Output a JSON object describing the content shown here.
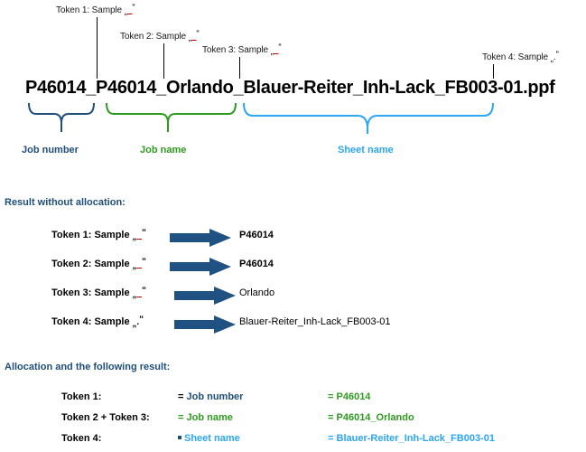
{
  "diagram": {
    "filename": {
      "parts": [
        {
          "text": "P46014",
          "sep": "_"
        },
        {
          "text": "P46014",
          "sep": "_"
        },
        {
          "text": "Orlando",
          "sep": "_"
        },
        {
          "text": "Blauer-Reiter_Inh-Lack_FB003-01",
          "sep": "."
        },
        {
          "text": "ppf",
          "sep": ""
        }
      ],
      "full": "P46014_P46014_Orlando_Blauer-Reiter_Inh-Lack_FB003-01.ppf"
    },
    "callouts": [
      {
        "label": "Token 1: Sample",
        "sample": "_",
        "sample_kind": "underscore"
      },
      {
        "label": "Token 2: Sample",
        "sample": "_",
        "sample_kind": "underscore"
      },
      {
        "label": "Token 3: Sample",
        "sample": "_",
        "sample_kind": "underscore"
      },
      {
        "label": "Token 4: Sample",
        "sample": ".",
        "sample_kind": "dot"
      }
    ],
    "braces": [
      {
        "label": "Job number",
        "color": "#1f4e79"
      },
      {
        "label": "Job name",
        "color": "#2e9a1f"
      },
      {
        "label": "Sheet name",
        "color": "#2ba6f0"
      }
    ]
  },
  "without_allocation": {
    "heading": "Result without allocation:",
    "rows": [
      {
        "token": "Token 1: Sample",
        "sample": "_",
        "sample_kind": "underscore",
        "result": "P46014",
        "bold": true
      },
      {
        "token": "Token 2: Sample",
        "sample": "_",
        "sample_kind": "underscore",
        "result": "P46014",
        "bold": true
      },
      {
        "token": "Token 3: Sample",
        "sample": "_",
        "sample_kind": "underscore",
        "result": "Orlando",
        "bold": false
      },
      {
        "token": "Token 4: Sample",
        "sample": ".",
        "sample_kind": "dot",
        "result": "Blauer-Reiter_Inh-Lack_FB003-01",
        "bold": false
      }
    ],
    "arrow_color": "#1f5282"
  },
  "allocation": {
    "heading": "Allocation and the following result:",
    "rows": [
      {
        "token": "Token 1:",
        "eq1": "=",
        "field": "Job number",
        "field_color": "#1f4e79",
        "eq2": "=",
        "value": "P46014",
        "value_color": "#2e9a1f",
        "marker": "equals"
      },
      {
        "token": "Token 2 + Token 3:",
        "eq1": "=",
        "field": "Job name",
        "field_color": "#2e9a1f",
        "eq2": "=",
        "value": "P46014_Orlando",
        "value_color": "#2e9a1f",
        "marker": "equals"
      },
      {
        "token": "Token 4:",
        "eq1": "=",
        "field": "Sheet name",
        "field_color": "#2ba6f0",
        "eq2": "=",
        "value": "Blauer-Reiter_Inh-Lack_FB003-01",
        "value_color": "#2ba6f0",
        "marker": "square"
      }
    ]
  }
}
